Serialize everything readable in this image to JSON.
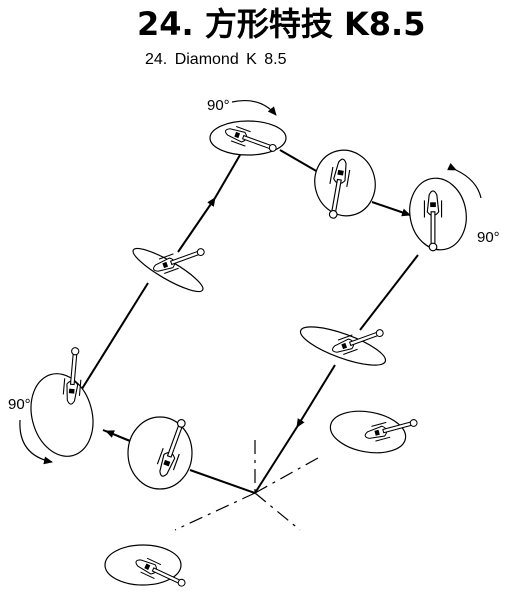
{
  "header": {
    "title": "24. 方形特技 K8.5",
    "subtitle": "24. Diamond  K 8.5"
  },
  "diagram": {
    "rotation_labels": {
      "top": "90°",
      "right": "90°",
      "left": "90°"
    }
  }
}
